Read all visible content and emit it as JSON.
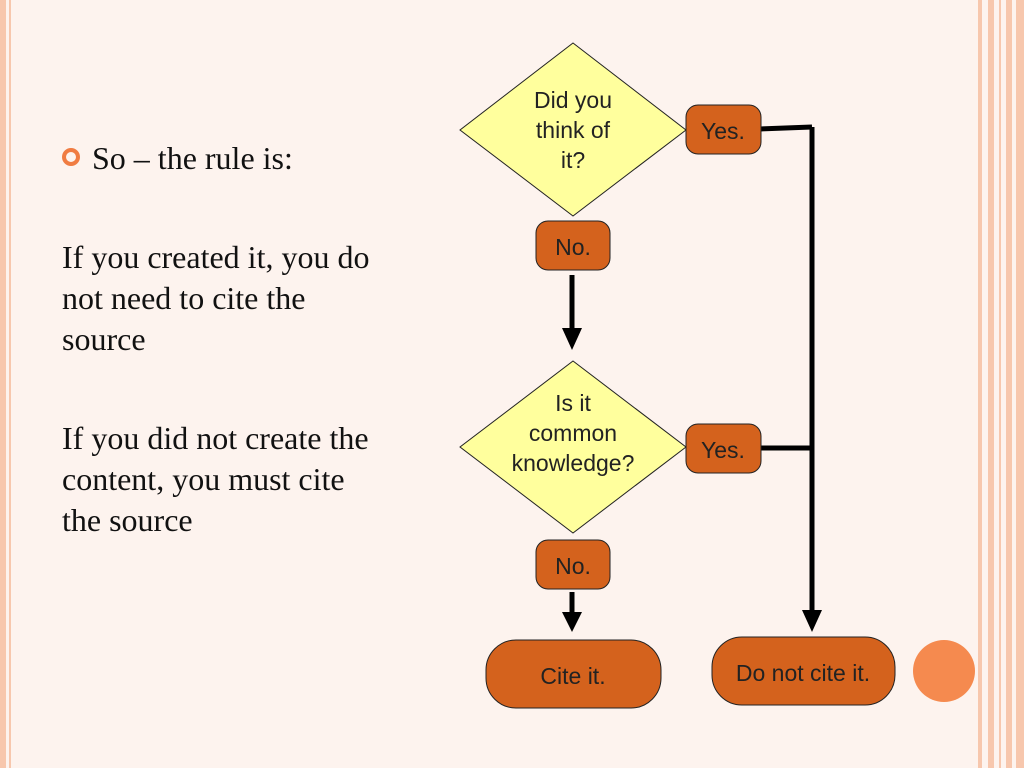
{
  "slide": {
    "bullet": "So – the rule is:",
    "para1": [
      "If you created it, you do",
      "not need to cite the",
      "source"
    ],
    "para2": [
      "If you did not create the",
      "content, you must cite",
      "the source"
    ]
  },
  "flowchart": {
    "q1": [
      "Did you",
      "think of",
      "it?"
    ],
    "q2": [
      "Is it",
      "common",
      "knowledge?"
    ],
    "yes1": "Yes.",
    "yes2": "Yes.",
    "no1": "No.",
    "no2": "No.",
    "cite": "Cite it.",
    "dont_cite": "Do not cite it."
  },
  "colors": {
    "diamond_fill": "#ffff9d",
    "box_fill": "#d4621d",
    "accent": "#f58a4f",
    "background": "#fdf3ee"
  }
}
